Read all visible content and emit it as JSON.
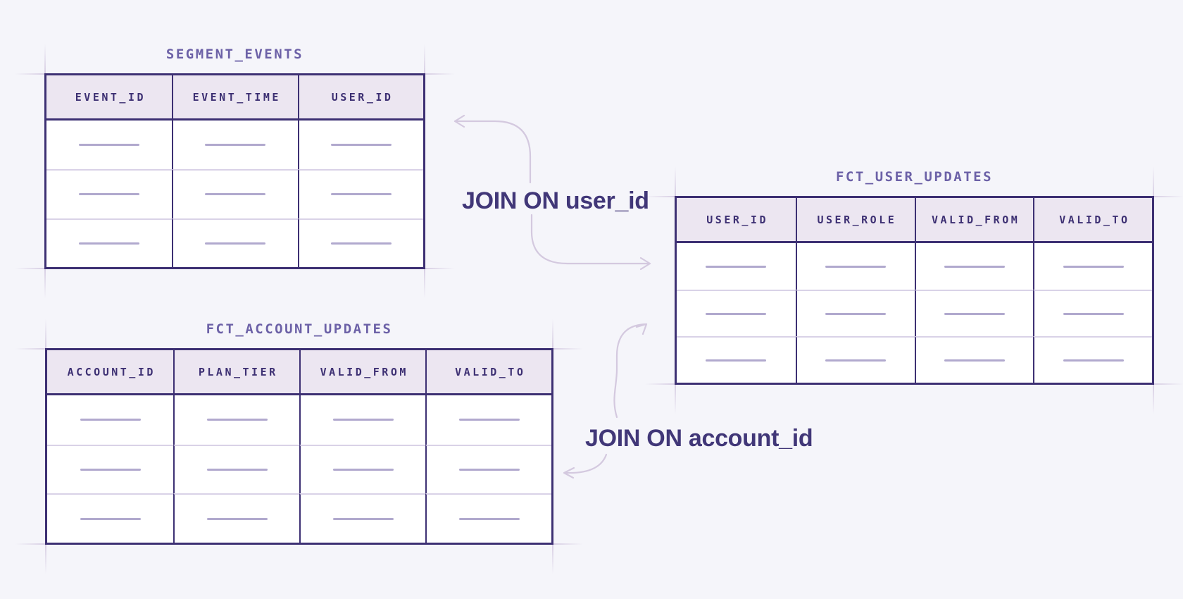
{
  "diagram": {
    "tables": [
      {
        "title": "SEGMENT_EVENTS",
        "columns": [
          "EVENT_ID",
          "EVENT_TIME",
          "USER_ID"
        ],
        "body_rows": 3,
        "cell_content": "placeholder-dash"
      },
      {
        "title": "FCT_USER_UPDATES",
        "columns": [
          "USER_ID",
          "USER_ROLE",
          "VALID_FROM",
          "VALID_TO"
        ],
        "body_rows": 3,
        "cell_content": "placeholder-dash"
      },
      {
        "title": "FCT_ACCOUNT_UPDATES",
        "columns": [
          "ACCOUNT_ID",
          "PLAN_TIER",
          "VALID_FROM",
          "VALID_TO"
        ],
        "body_rows": 3,
        "cell_content": "placeholder-dash"
      }
    ],
    "joins": [
      {
        "label": "JOIN ON user_id"
      },
      {
        "label": "JOIN ON account_id"
      }
    ],
    "colors": {
      "background": "#f5f5fa",
      "table_border": "#3d3073",
      "header_background": "#ece6f1",
      "header_text": "#3d3073",
      "table_title_text": "#6c61a7",
      "row_divider": "#d9d2e7",
      "placeholder_dash": "#b1a9ce",
      "arrow": "#d4c9df",
      "join_label_text": "#413778"
    }
  }
}
